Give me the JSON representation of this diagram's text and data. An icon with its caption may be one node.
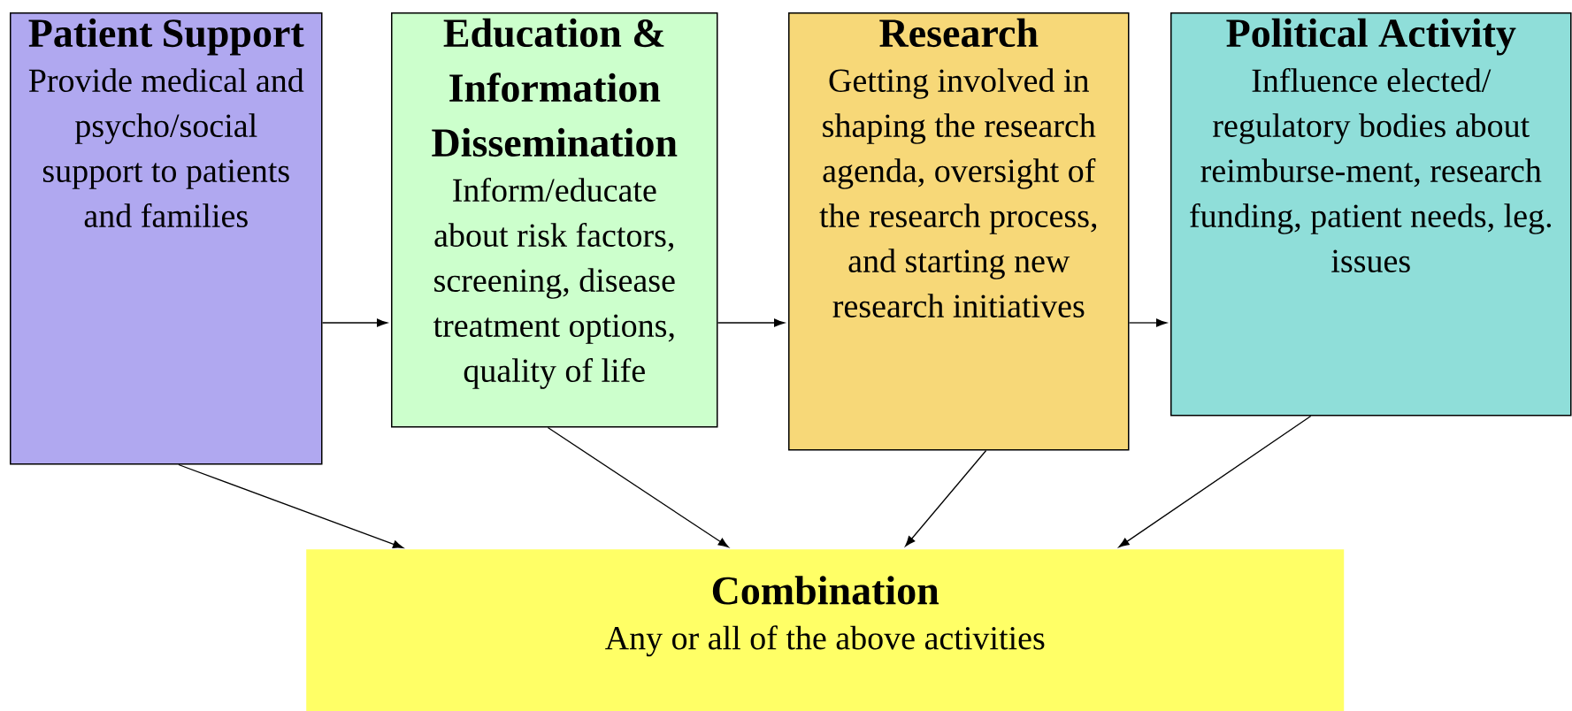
{
  "diagram": {
    "nodes": [
      {
        "text": [
          "Patient Support",
          "Provide medical and psycho/social support to patients and families"
        ]
      },
      {
        "text": [
          "Education & Information Dissemination",
          "Inform/educate about risk factors, screening, disease treatment options, quality of life"
        ]
      },
      {
        "text": [
          "Research",
          "Getting involved in shaping the research agenda, oversight of the research process, and starting new research initiatives"
        ]
      },
      {
        "text": [
          "Political Activity",
          "Influence elected/ regulatory bodies about reimburse-ment, research funding, patient needs, leg. issues"
        ]
      },
      {
        "text": [
          "Combination",
          "Any or all of the above activities"
        ]
      }
    ],
    "edges": [
      {
        "from": 0,
        "to": 1,
        "arrow": "to"
      },
      {
        "from": 1,
        "to": 2,
        "arrow": "to"
      },
      {
        "from": 2,
        "to": 3,
        "arrow": "to"
      },
      {
        "from": 0,
        "to": 4,
        "arrow": "to"
      },
      {
        "from": 1,
        "to": 4,
        "arrow": "to"
      },
      {
        "from": 2,
        "to": 4,
        "arrow": "to"
      },
      {
        "from": 3,
        "to": 4,
        "arrow": "to"
      }
    ]
  }
}
